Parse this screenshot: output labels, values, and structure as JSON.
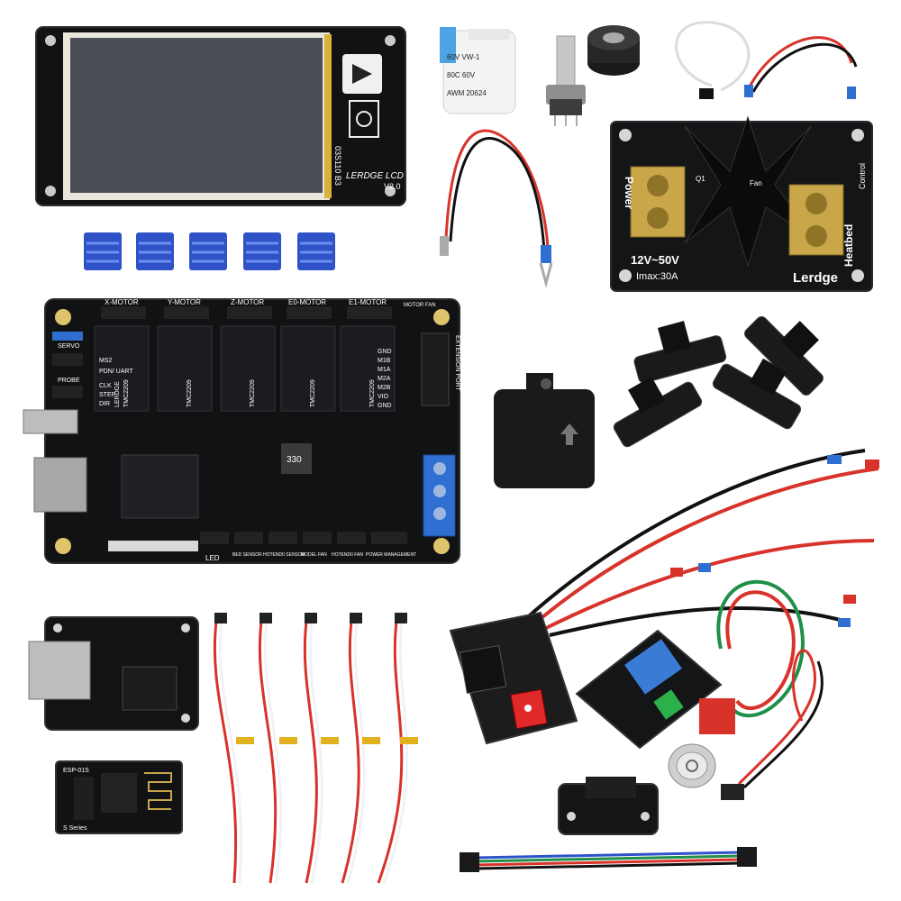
{
  "colors": {
    "pcb": "#111214",
    "pcb_edge": "#26282b",
    "silk": "#f4f4f4",
    "screen": "#4a4f57",
    "heatsink": "#2f52c9",
    "wire_red": "#d8332b",
    "wire_white": "#f2f2f2",
    "terminal_blue": "#2f6fd1",
    "brass": "#c9a64a"
  },
  "lcd": {
    "title": "LERDGE LCD",
    "version": "V2.0",
    "code": "03S110 B3"
  },
  "mainboard": {
    "motor_labels": [
      "X-MOTOR",
      "Y-MOTOR",
      "Z-MOTOR",
      "E0-MOTOR",
      "E1-MOTOR"
    ],
    "driver_text": "TMC2209",
    "driver_brand": "LERDGE",
    "pin_labels": [
      "GND",
      "M1B",
      "M1A",
      "M2A",
      "M2B",
      "VIO",
      "GND",
      "MS2",
      "PDN/ UART",
      "CLK",
      "STEP",
      "DIR"
    ],
    "side_labels": [
      "SERVO",
      "PROBE"
    ],
    "extension_label": "EXTENSION PORT",
    "bottom_labels": [
      "LED",
      "BED SENSOR",
      "HOTEND0 SENSOR",
      "MODEL FAN",
      "HOTEND0 FAN",
      "POWER MANAGEMENT"
    ],
    "motor_fan_label": "MOTOR FAN",
    "inductor_text": "330"
  },
  "mosfet": {
    "voltage": "12V~50V",
    "current": "Imax:30A",
    "brand": "Lerdge",
    "left_label": "Power",
    "right_label": "Heatbed",
    "control": "Control",
    "fan": "Fan",
    "q1": "Q1"
  },
  "flex_cable": {
    "text": [
      "60V VW-1",
      "80C 60V",
      "AWM 20624"
    ]
  },
  "wifi": {
    "module_label": "ESP-01S",
    "series": "S Series"
  }
}
